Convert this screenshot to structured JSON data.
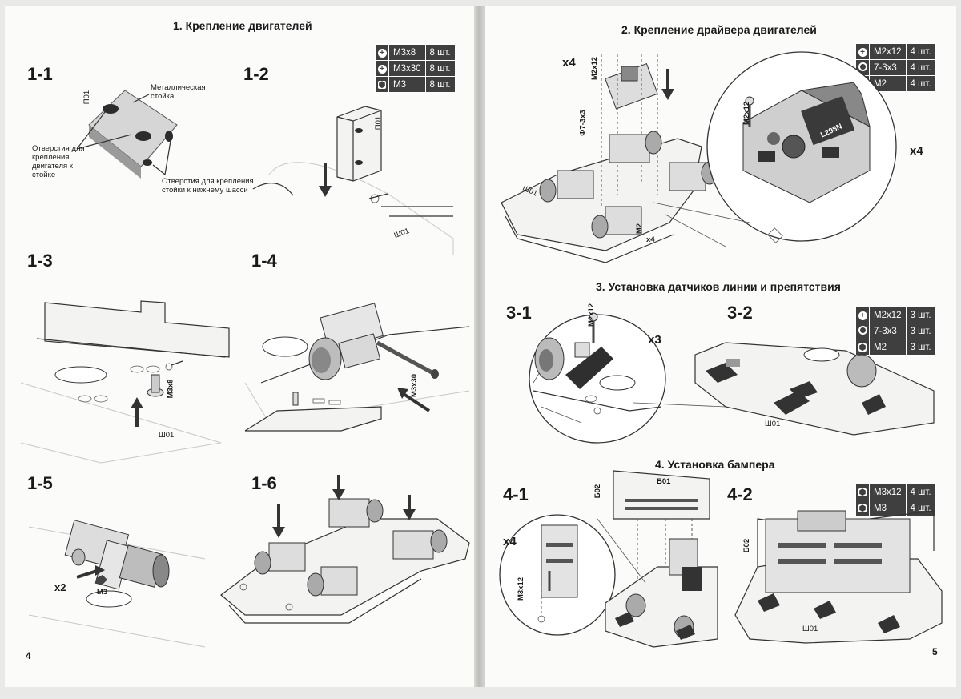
{
  "left_page": {
    "title": "1. Крепление двигателей",
    "page_number": "4",
    "parts_table": [
      {
        "icon": "phillips-screw-icon",
        "name": "M3x8",
        "qty": "8 шт."
      },
      {
        "icon": "phillips-screw-icon",
        "name": "M3x30",
        "qty": "8 шт."
      },
      {
        "icon": "hex-nut-icon",
        "name": "M3",
        "qty": "8 шт."
      }
    ],
    "steps": {
      "s1_1": "1-1",
      "s1_2": "1-2",
      "s1_3": "1-3",
      "s1_4": "1-4",
      "s1_5": "1-5",
      "s1_6": "1-6"
    },
    "labels": {
      "metal_post": "Металлическая стойка",
      "motor_holes": "Отверстия для крепления двигателя к стойке",
      "chassis_holes": "Отверстия для крепления стойки к нижнему шасси",
      "p01_a": "П01",
      "p01_b": "П01",
      "sh01_a": "Ш01",
      "sh01_b": "Ш01",
      "m3x8": "М3х8",
      "m3x30": "М3х30",
      "x2": "x2",
      "m3": "М3"
    }
  },
  "right_page": {
    "title_2": "2. Крепление драйвера двигателей",
    "title_3": "3. Установка датчиков линии и препятствия",
    "title_4": "4. Установка бампера",
    "page_number": "5",
    "parts_table_2": [
      {
        "icon": "phillips-screw-icon",
        "name": "M2x12",
        "qty": "4 шт."
      },
      {
        "icon": "standoff-ring-icon",
        "name": "7-3x3",
        "qty": "4 шт."
      },
      {
        "icon": "hex-nut-icon",
        "name": "M2",
        "qty": "4 шт."
      }
    ],
    "parts_table_3": [
      {
        "icon": "phillips-screw-icon",
        "name": "M2x12",
        "qty": "3 шт."
      },
      {
        "icon": "standoff-ring-icon",
        "name": "7-3x3",
        "qty": "3 шт."
      },
      {
        "icon": "hex-nut-icon",
        "name": "M2",
        "qty": "3 шт."
      }
    ],
    "parts_table_4": [
      {
        "icon": "hex-bolt-icon",
        "name": "M3x12",
        "qty": "4 шт."
      },
      {
        "icon": "hex-nut-icon",
        "name": "M3",
        "qty": "4 шт."
      }
    ],
    "steps": {
      "s3_1": "3-1",
      "s3_2": "3-2",
      "s4_1": "4-1",
      "s4_2": "4-2"
    },
    "labels": {
      "x4_a": "x4",
      "x4_b": "x4",
      "x4_c": "x4",
      "x4_d": "x4",
      "x3": "x3",
      "m2x12_a": "M2x12",
      "m2x12_b": "M2x12",
      "m2x12_c": "M2x12",
      "phi": "Ф7-3х3",
      "m2": "M2",
      "m3x12": "M3x12",
      "l298n": "L298N",
      "sh01_a": "Ш01",
      "sh01_b": "Ш01",
      "sh01_c": "Ш01",
      "b01": "Б01",
      "b02_a": "Б02",
      "b02_b": "Б02"
    }
  }
}
